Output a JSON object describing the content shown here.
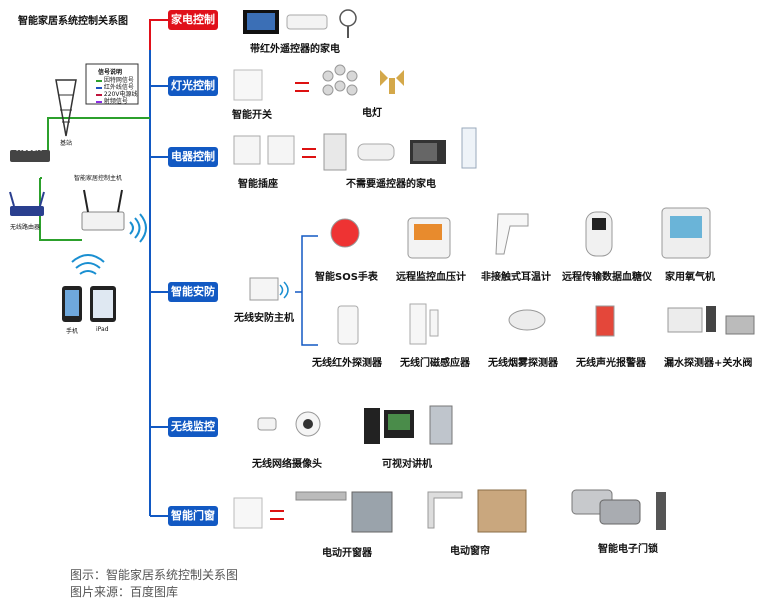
{
  "title": "智能家居系统控制关系图",
  "categories": [
    {
      "id": "appliance",
      "label": "家电控制",
      "color": "#e0101a"
    },
    {
      "id": "lighting",
      "label": "灯光控制",
      "color": "#1259c3"
    },
    {
      "id": "electric",
      "label": "电器控制",
      "color": "#1259c3"
    },
    {
      "id": "security",
      "label": "智能安防",
      "color": "#1259c3"
    },
    {
      "id": "monitor",
      "label": "无线监控",
      "color": "#1259c3"
    },
    {
      "id": "window",
      "label": "智能门窗",
      "color": "#1259c3"
    }
  ],
  "labels": {
    "ir_appliances": "带红外遥控器的家电",
    "smart_switch": "智能开关",
    "lamp": "电灯",
    "smart_socket": "智能插座",
    "no_remote_appliances": "不需要遥控器的家电",
    "sos_watch": "智能SOS手表",
    "bp_monitor": "远程监控血压计",
    "ear_thermometer": "非接触式耳温计",
    "glucose_meter": "远程传输数据血糖仪",
    "oxygen": "家用氧气机",
    "security_host": "无线安防主机",
    "ir_detector": "无线红外探测器",
    "door_sensor": "无线门磁感应器",
    "smoke_detector": "无线烟雾探测器",
    "siren": "无线声光报警器",
    "water_detector": "漏水探测器+关水阀",
    "camera": "无线网络摄像头",
    "intercom": "可视对讲机",
    "window_opener": "电动开窗器",
    "curtain": "电动窗帘",
    "door_lock": "智能电子门锁",
    "router": "无线路由器",
    "host": "智能家居控制主机",
    "phone": "手机",
    "ipad": "iPad",
    "tower": "基站",
    "modem": "MODEM"
  },
  "legend": {
    "title": "信号说明",
    "items": [
      {
        "label": "因特网信号",
        "color": "#2ca02c"
      },
      {
        "label": "红外线信号",
        "color": "#1f4fbf"
      },
      {
        "label": "220V电源线",
        "color": "#c0143c"
      },
      {
        "label": "射频信号",
        "color": "#8a2be2"
      }
    ]
  },
  "caption": {
    "line1": "图示：智能家居系统控制关系图",
    "line2": "图片来源：百度图库"
  }
}
